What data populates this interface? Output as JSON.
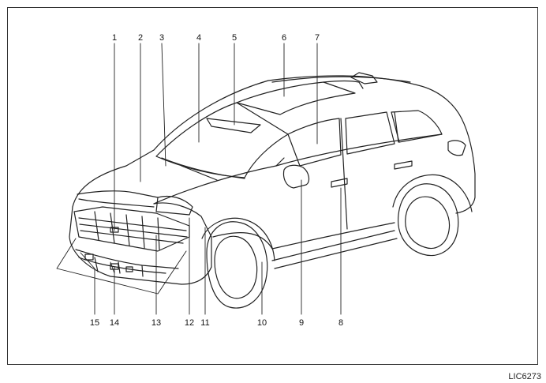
{
  "figure_code": "LIC6273",
  "callouts": {
    "c1": "1",
    "c2": "2",
    "c3": "3",
    "c4": "4",
    "c5": "5",
    "c6": "6",
    "c7": "7",
    "c8": "8",
    "c9": "9",
    "c10": "10",
    "c11": "11",
    "c12": "12",
    "c13": "13",
    "c14": "14",
    "c15": "15"
  },
  "colors": {
    "line": "#222222",
    "frame": "#333333",
    "background": "#ffffff"
  }
}
